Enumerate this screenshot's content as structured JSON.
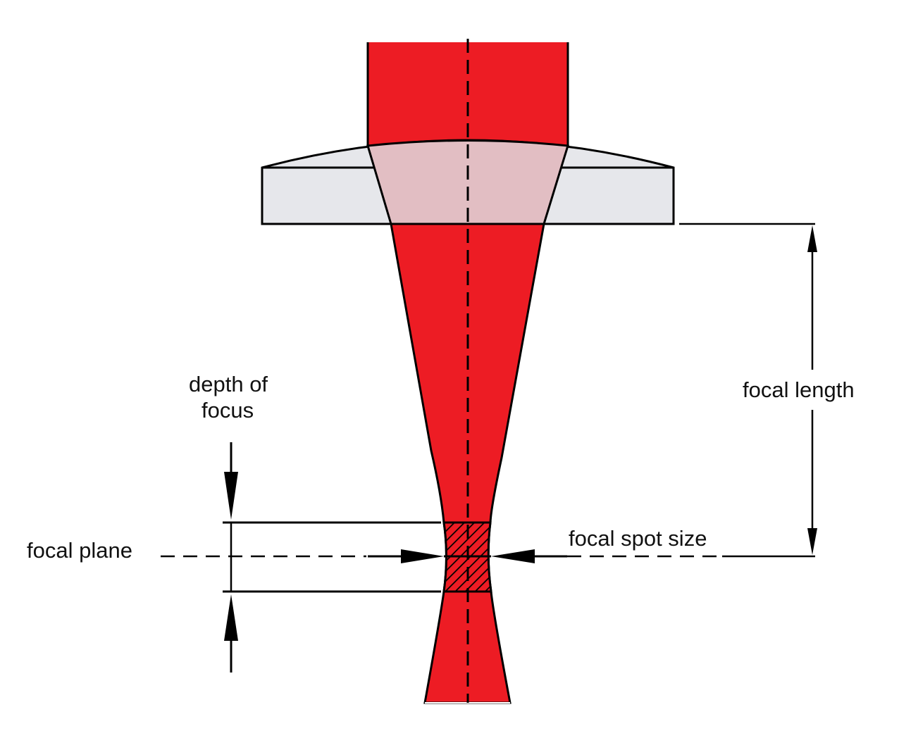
{
  "title": "Laser beam focusing through a lens",
  "labels": {
    "depth_of_focus_line1": "depth of",
    "depth_of_focus_line2": "focus",
    "focal_length": "focal length",
    "focal_plane": "focal plane",
    "focal_spot_size": "focal spot size"
  },
  "colors": {
    "beam": "#ed1c24",
    "beam_in_lens": "#e2bec3",
    "lens": "#e6e7eb",
    "stroke": "#000000"
  }
}
